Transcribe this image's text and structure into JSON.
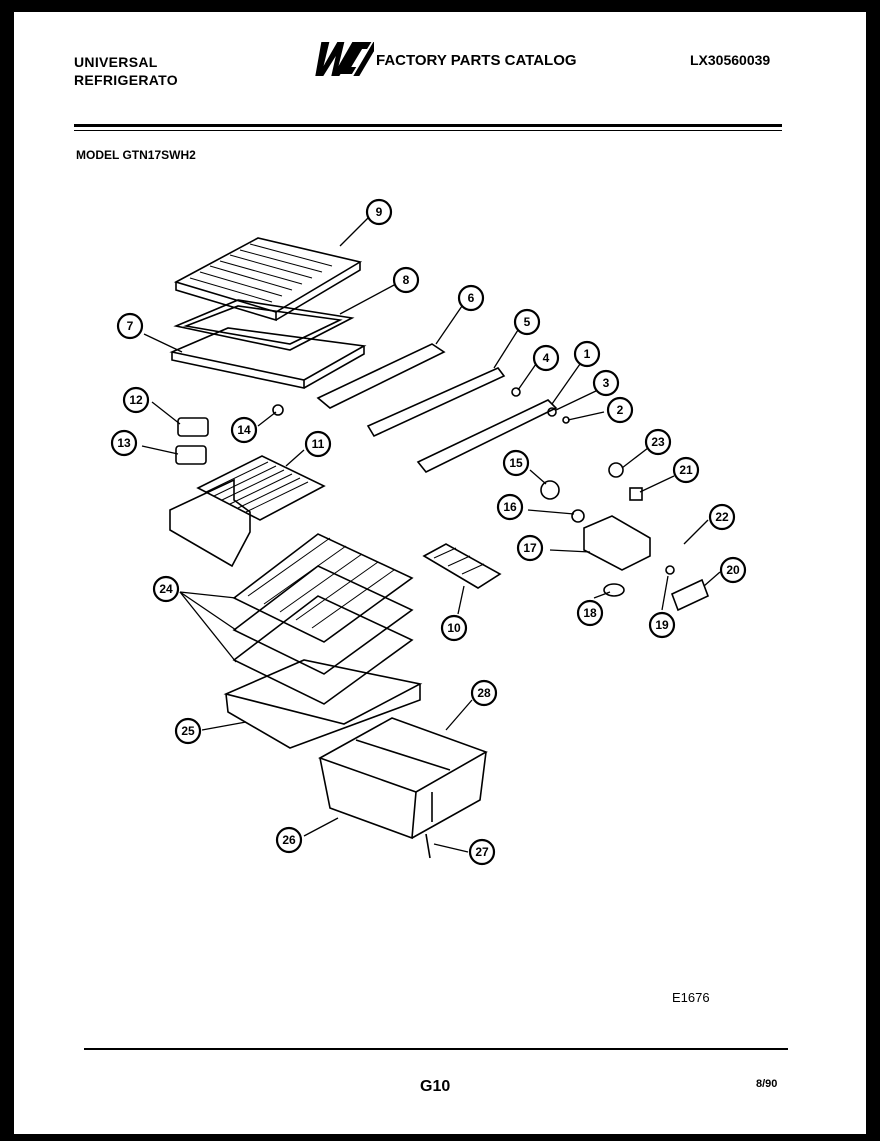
{
  "header": {
    "brand_line1": "UNIVERSAL",
    "brand_line2": "REFRIGERATO",
    "catalog_title": "FACTORY PARTS CATALOG",
    "catalog_number": "LX30560039",
    "model": "MODEL GTN17SWH2"
  },
  "diagram": {
    "callouts": [
      "9",
      "8",
      "7",
      "6",
      "5",
      "4",
      "1",
      "3",
      "2",
      "12",
      "14",
      "13",
      "11",
      "23",
      "15",
      "21",
      "16",
      "22",
      "17",
      "20",
      "24",
      "10",
      "18",
      "19",
      "25",
      "28",
      "26",
      "27"
    ]
  },
  "footer": {
    "drawing_code": "E1676",
    "page": "G10",
    "date": "8/90"
  }
}
